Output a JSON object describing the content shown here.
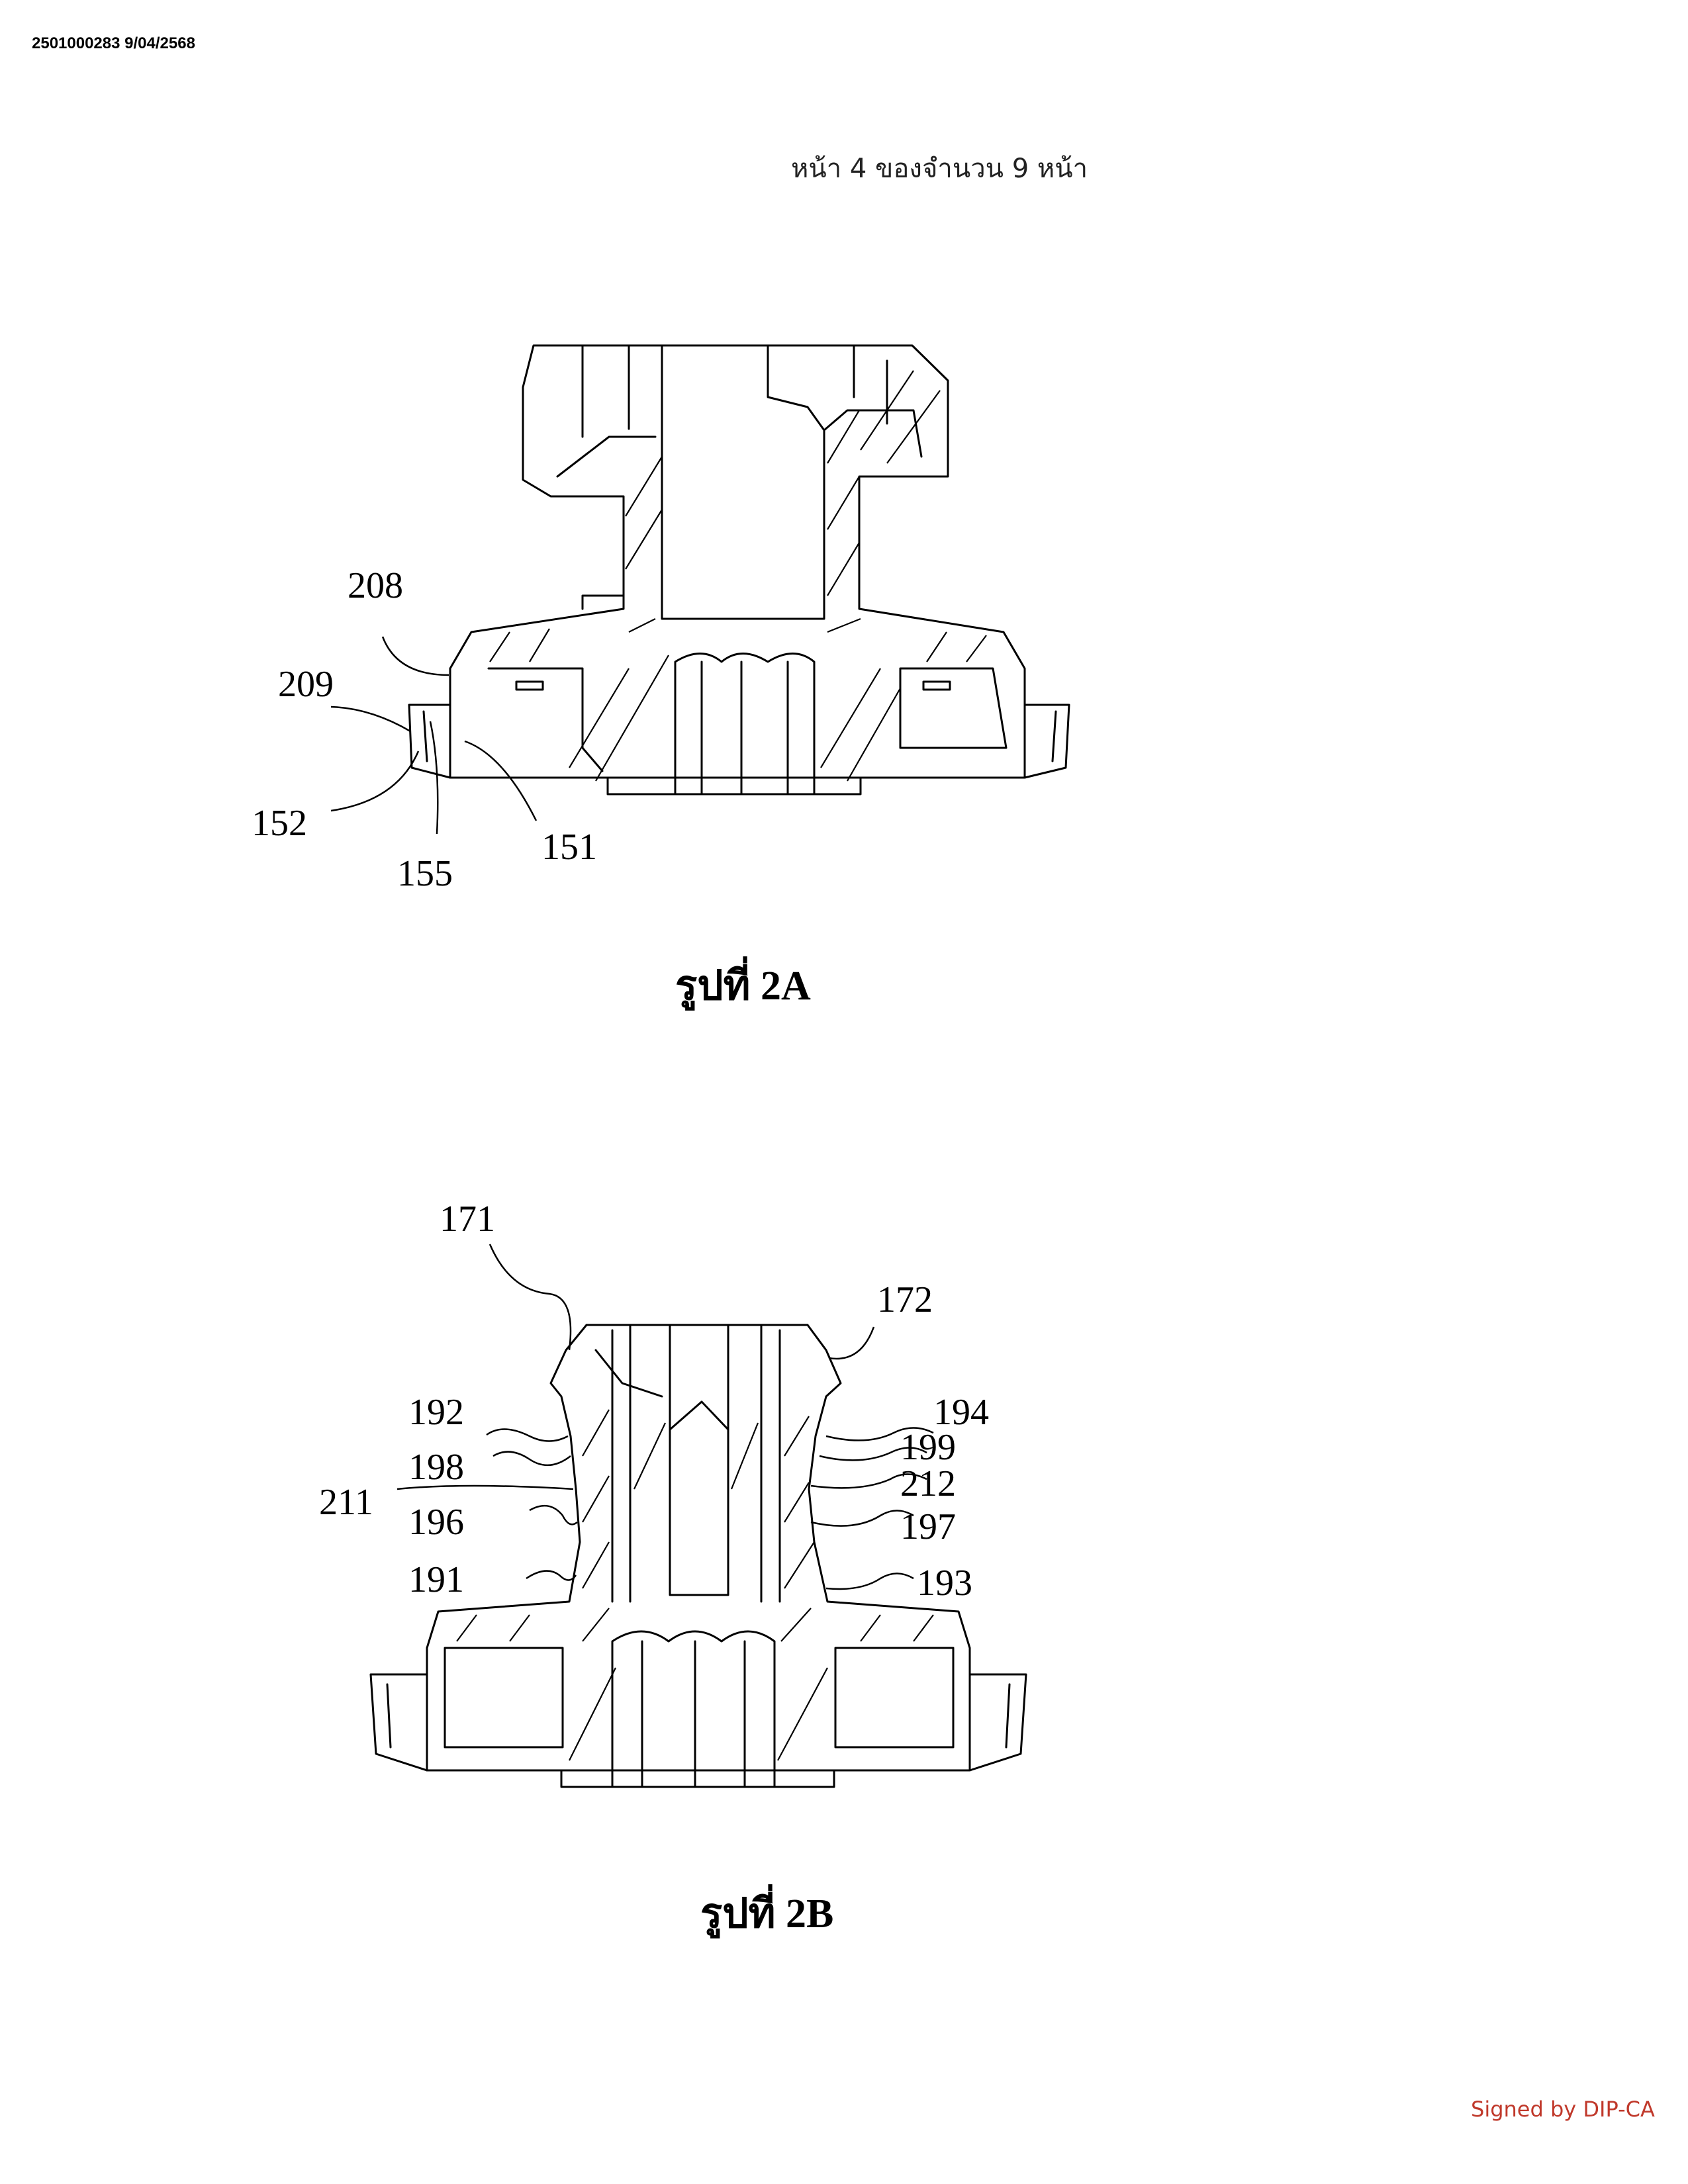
{
  "header": {
    "doc_id": "2501000283 9/04/2568",
    "page_label": "หน้า 4 ของจำนวน 9 หน้า"
  },
  "figure_a": {
    "caption": "รูปที่ 2A",
    "labels": {
      "l208": "208",
      "l209": "209",
      "l152": "152",
      "l155": "155",
      "l151": "151"
    }
  },
  "figure_b": {
    "caption": "รูปที่ 2B",
    "labels": {
      "l171": "171",
      "l172": "172",
      "l192": "192",
      "l194": "194",
      "l198": "198",
      "l199": "199",
      "l211": "211",
      "l212": "212",
      "l196": "196",
      "l197": "197",
      "l191": "191",
      "l193": "193"
    }
  },
  "footer": {
    "signed": "Signed by DIP-CA"
  }
}
